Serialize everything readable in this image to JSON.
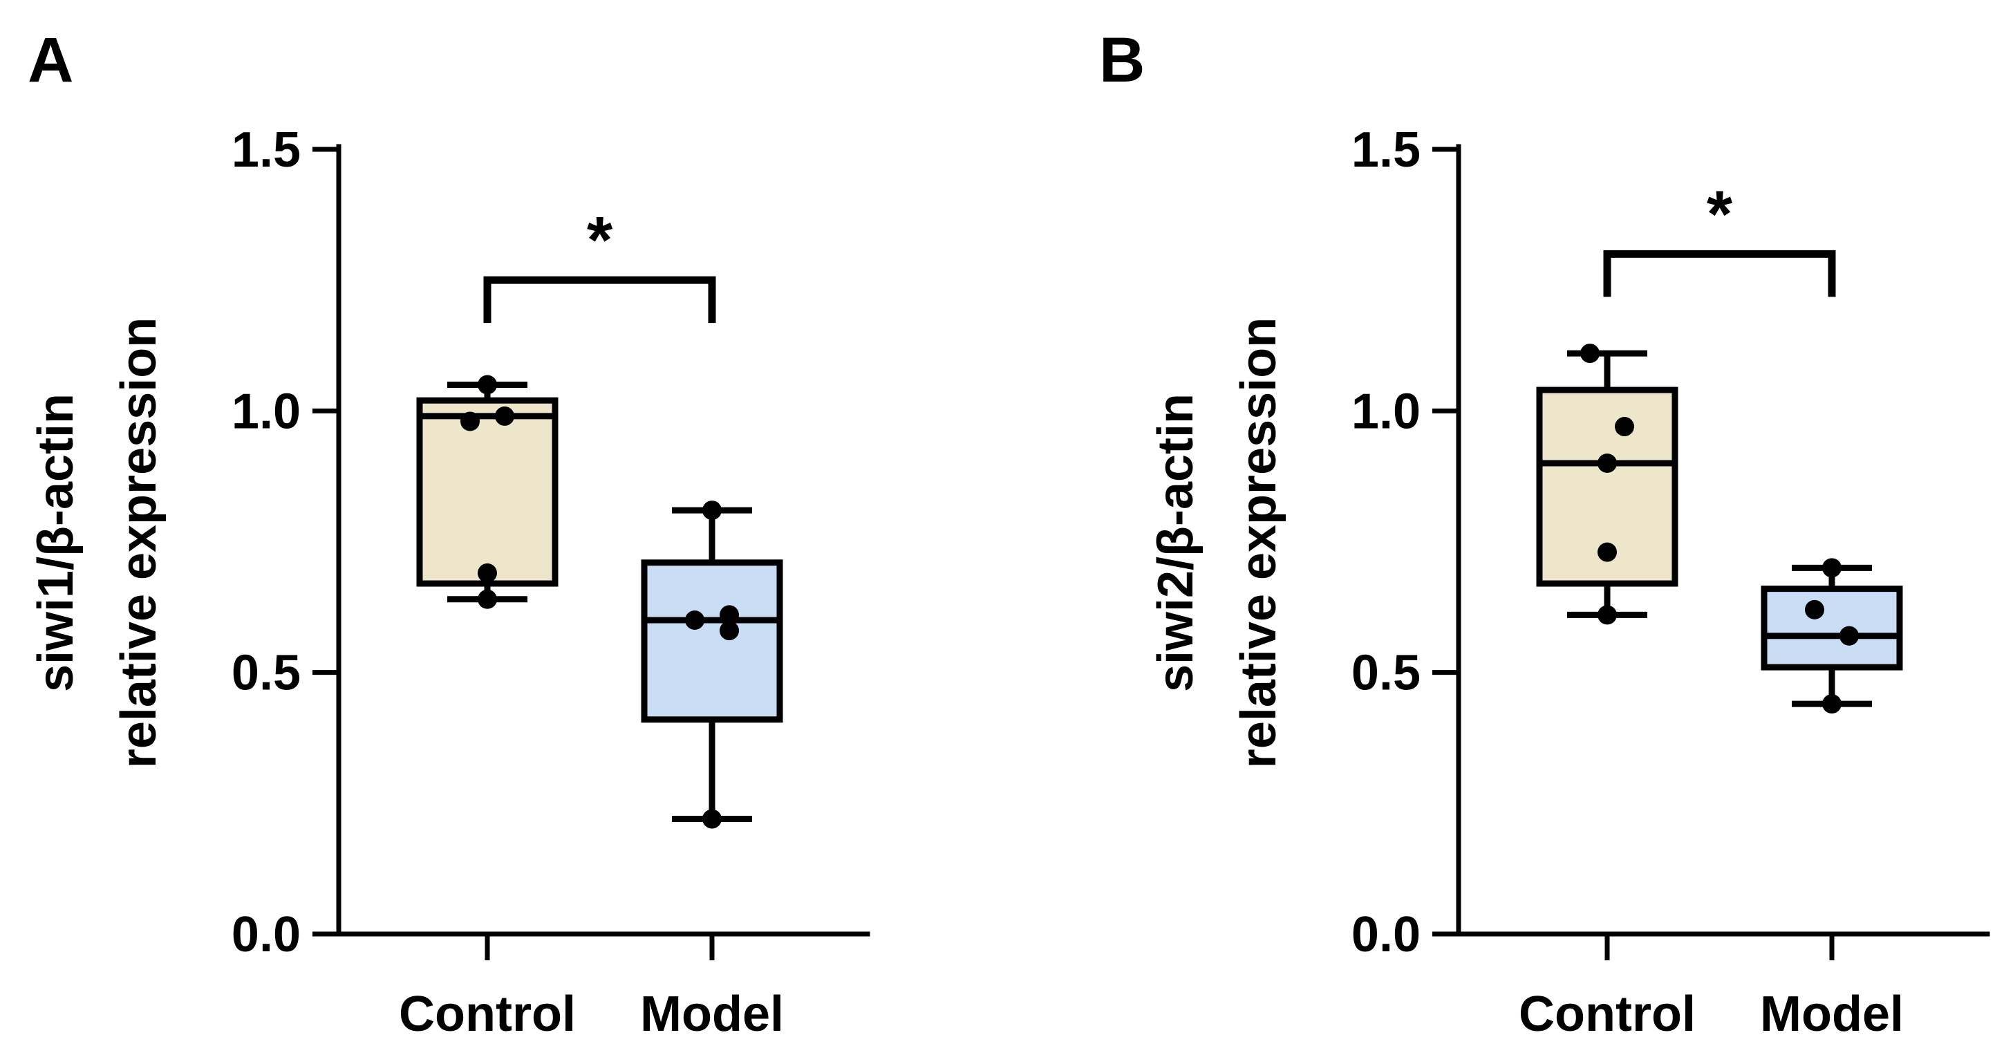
{
  "chart_data": [
    {
      "type": "box",
      "panel_label": "A",
      "ylabel_lines": [
        "siwi1/β-actin",
        "relative expression"
      ],
      "ylim": [
        0,
        1.5
      ],
      "yticks": [
        0.0,
        0.5,
        1.0,
        1.5
      ],
      "ytick_labels": [
        "0.0",
        "0.5",
        "1.0",
        "1.5"
      ],
      "categories": [
        "Control",
        "Model"
      ],
      "series": [
        {
          "box": {
            "min": 0.64,
            "q1": 0.67,
            "median": 0.99,
            "q3": 1.02,
            "max": 1.05
          },
          "points": [
            0.98,
            0.99,
            0.69,
            0.64,
            1.05
          ],
          "fill": "#ede6cb"
        },
        {
          "box": {
            "min": 0.22,
            "q1": 0.41,
            "median": 0.6,
            "q3": 0.71,
            "max": 0.81
          },
          "points": [
            0.81,
            0.6,
            0.61,
            0.58,
            0.22
          ],
          "fill": "#c9ddf5"
        }
      ],
      "significance": {
        "label": "*",
        "between": [
          0,
          1
        ],
        "level": 1.25
      }
    },
    {
      "type": "box",
      "panel_label": "B",
      "ylabel_lines": [
        "siwi2/β-actin",
        "relative expression"
      ],
      "ylim": [
        0,
        1.5
      ],
      "yticks": [
        0.0,
        0.5,
        1.0,
        1.5
      ],
      "ytick_labels": [
        "0.0",
        "0.5",
        "1.0",
        "1.5"
      ],
      "categories": [
        "Control",
        "Model"
      ],
      "series": [
        {
          "box": {
            "min": 0.61,
            "q1": 0.67,
            "median": 0.9,
            "q3": 1.04,
            "max": 1.11
          },
          "points": [
            1.11,
            0.97,
            0.9,
            0.73,
            0.61
          ],
          "fill": "#ede6cb"
        },
        {
          "box": {
            "min": 0.44,
            "q1": 0.51,
            "median": 0.57,
            "q3": 0.66,
            "max": 0.7
          },
          "points": [
            0.7,
            0.62,
            0.57,
            0.57,
            0.44
          ],
          "fill": "#c9ddf5"
        }
      ],
      "significance": {
        "label": "*",
        "between": [
          0,
          1
        ],
        "level": 1.3
      }
    }
  ]
}
